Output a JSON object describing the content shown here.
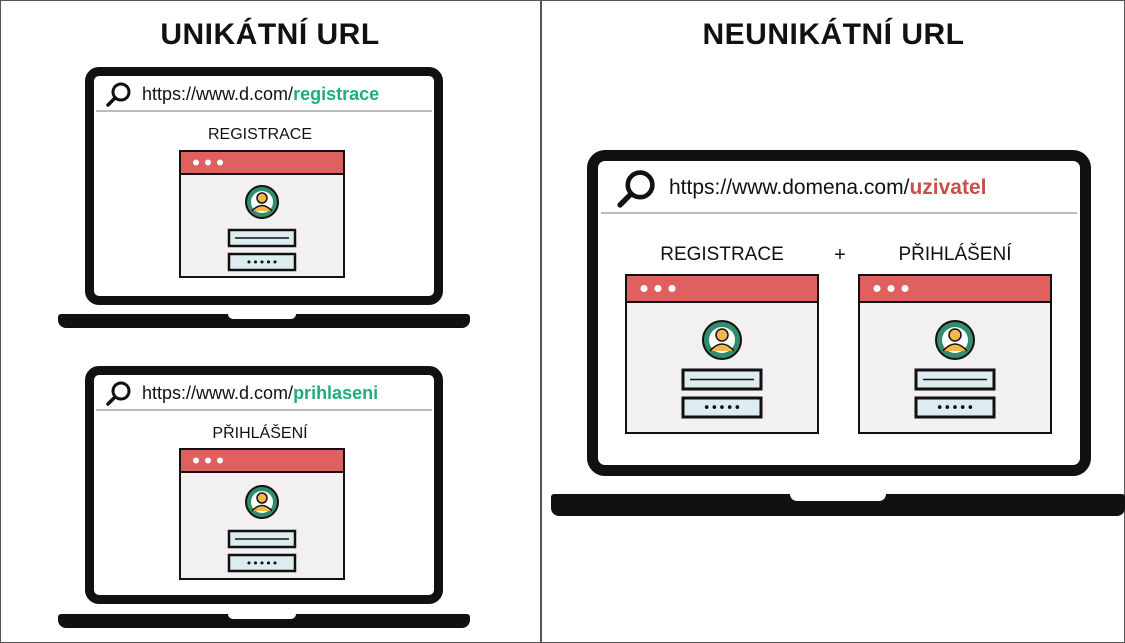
{
  "left_title": "UNIKÁTNÍ URL",
  "right_title": "NEUNIKÁTNÍ URL",
  "laptop_top": {
    "url_base": "https://www.d.com/",
    "url_slug": "registrace",
    "label": "REGISTRACE"
  },
  "laptop_bottom": {
    "url_base": "https://www.d.com/",
    "url_slug": "prihlaseni",
    "label": "PŘIHLÁŠENÍ"
  },
  "laptop_right": {
    "url_base": "https://www.domena.com/",
    "url_slug": "uzivatel",
    "label_left": "REGISTRACE",
    "plus": "+",
    "label_right": "PŘIHLÁŠENÍ"
  },
  "colors": {
    "slug_unique": "#1fae7a",
    "slug_nonunique": "#c8504a",
    "window_header": "#e06060",
    "window_body": "#f2f0f0",
    "avatar_ring": "#2f8f6a",
    "avatar_face": "#f2b84b",
    "field_fill": "#dcecef"
  },
  "icons": [
    "magnifier-icon",
    "browser-window-icon",
    "user-avatar-icon",
    "text-field-icon",
    "password-field-icon"
  ]
}
